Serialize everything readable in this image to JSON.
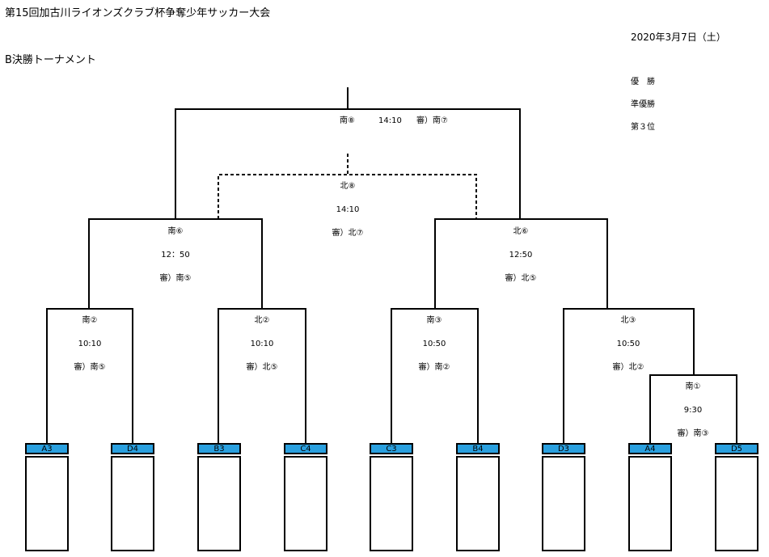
{
  "header": {
    "title": "第15回加古川ライオンズクラブ杯争奪少年サッカー大会",
    "date": "2020年3月7日（土）",
    "subtitle": "B決勝トーナメント"
  },
  "ranking": {
    "first": "優　勝",
    "second": "準優勝",
    "third": "第３位"
  },
  "final": {
    "field": "南⑧",
    "time": "14:10",
    "referee": "審）南⑦"
  },
  "third_place": {
    "field": "北⑧",
    "time": "14:10",
    "referee": "審）北⑦"
  },
  "semi_left": {
    "field": "南⑥",
    "time": "12：50",
    "referee": "審）南⑤"
  },
  "semi_right": {
    "field": "北⑥",
    "time": "12:50",
    "referee": "審）北⑤"
  },
  "qf1": {
    "field": "南②",
    "time": "10:10",
    "referee": "審）南⑤"
  },
  "qf2": {
    "field": "北②",
    "time": "10:10",
    "referee": "審）北⑤"
  },
  "qf3": {
    "field": "南③",
    "time": "10:50",
    "referee": "審）南②"
  },
  "qf4": {
    "field": "北③",
    "time": "10:50",
    "referee": "審）北②"
  },
  "r1": {
    "field": "南①",
    "time": "9:30",
    "referee": "審）南③"
  },
  "teams": [
    "A3",
    "D4",
    "B3",
    "C4",
    "C3",
    "B4",
    "D3",
    "A4",
    "D5"
  ],
  "colors": {
    "team_tab": "#2aa0df",
    "line": "#000000",
    "background": "#ffffff"
  }
}
